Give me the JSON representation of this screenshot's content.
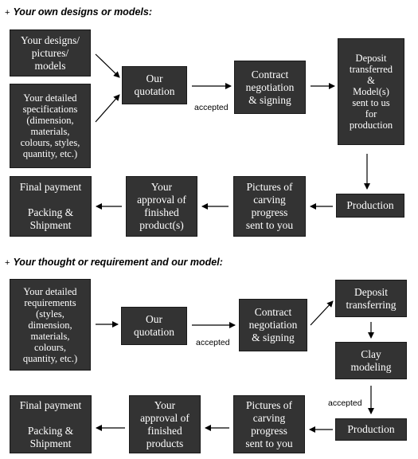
{
  "sections": [
    {
      "heading": "Your own designs or models:",
      "boxes": {
        "designs": "Your designs/\npictures/\nmodels",
        "specifications": "Your detailed\nspecifications\n(dimension,\nmaterials,\ncolours, styles,\nquantity, etc.)",
        "quotation": "Our\nquotation",
        "contract": "Contract\nnegotiation\n& signing",
        "deposit": "Deposit\ntransferred\n&\nModel(s)\nsent to us\nfor\nproduction",
        "production": "Production",
        "pictures": "Pictures of\ncarving\nprogress\nsent to you",
        "approval": "Your\napproval of\nfinished\nproduct(s)",
        "final": "Final payment\n\nPacking &\nShipment"
      },
      "accepted_label": "accepted"
    },
    {
      "heading": "Your thought or requirement and our model:",
      "boxes": {
        "requirements": "Your detailed\nrequirements\n(styles,\ndimension,\nmaterials,\ncolours,\nquantity, etc.)",
        "quotation": "Our\nquotation",
        "contract": "Contract\nnegotiation\n& signing",
        "deposit": "Deposit\ntransferring",
        "clay": "Clay\nmodeling",
        "production": "Production",
        "pictures": "Pictures of\ncarving\nprogress\nsent to you",
        "approval": "Your\napproval of\nfinished\nproducts",
        "final": "Final payment\n\nPacking &\nShipment"
      },
      "accepted_label_1": "accepted",
      "accepted_label_2": "accepted"
    }
  ],
  "plus_symbol": "+"
}
